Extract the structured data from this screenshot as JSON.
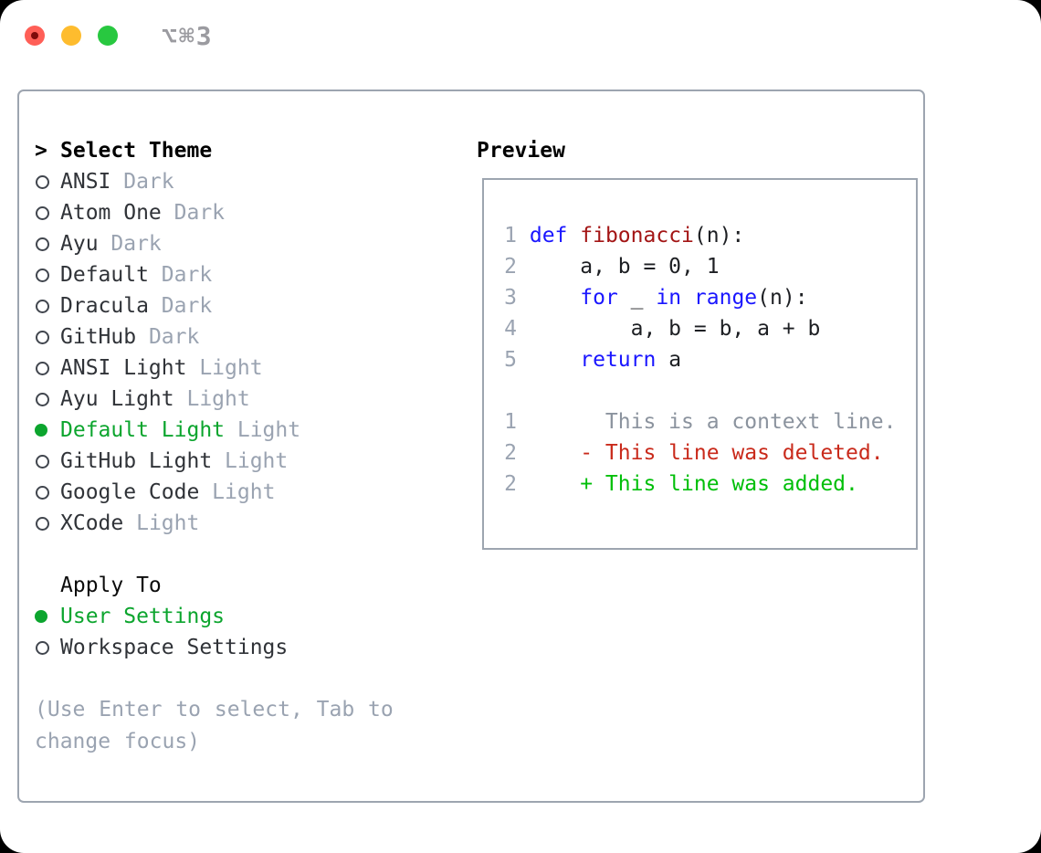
{
  "window": {
    "title": "⌥⌘3",
    "traffic_lights": [
      {
        "name": "close",
        "color": "#ff5f57"
      },
      {
        "name": "minimize",
        "color": "#febc2e"
      },
      {
        "name": "zoom",
        "color": "#28c840"
      }
    ]
  },
  "theme_picker": {
    "cursor": ">",
    "title": "Select Theme",
    "items": [
      {
        "label": "ANSI",
        "tag": "Dark",
        "selected": false
      },
      {
        "label": "Atom One",
        "tag": "Dark",
        "selected": false
      },
      {
        "label": "Ayu",
        "tag": "Dark",
        "selected": false
      },
      {
        "label": "Default",
        "tag": "Dark",
        "selected": false
      },
      {
        "label": "Dracula",
        "tag": "Dark",
        "selected": false
      },
      {
        "label": "GitHub",
        "tag": "Dark",
        "selected": false
      },
      {
        "label": "ANSI Light",
        "tag": "Light",
        "selected": false
      },
      {
        "label": "Ayu Light",
        "tag": "Light",
        "selected": false
      },
      {
        "label": "Default Light",
        "tag": "Light",
        "selected": true
      },
      {
        "label": "GitHub Light",
        "tag": "Light",
        "selected": false
      },
      {
        "label": "Google Code",
        "tag": "Light",
        "selected": false
      },
      {
        "label": "XCode",
        "tag": "Light",
        "selected": false
      }
    ],
    "apply_to": {
      "title": "Apply To",
      "options": [
        {
          "label": "User Settings",
          "selected": true
        },
        {
          "label": "Workspace Settings",
          "selected": false
        }
      ]
    },
    "hint": "(Use Enter to select, Tab to change focus)"
  },
  "preview": {
    "title": "Preview",
    "code_lines": [
      {
        "num": "1",
        "segments": [
          {
            "text": "def",
            "style": "kw"
          },
          {
            "text": " ",
            "style": ""
          },
          {
            "text": "fibonacci",
            "style": "fn"
          },
          {
            "text": "(n):",
            "style": ""
          }
        ]
      },
      {
        "num": "2",
        "segments": [
          {
            "text": "    a, b = 0, 1",
            "style": ""
          }
        ]
      },
      {
        "num": "3",
        "segments": [
          {
            "text": "    ",
            "style": ""
          },
          {
            "text": "for",
            "style": "kw"
          },
          {
            "text": " _ ",
            "style": ""
          },
          {
            "text": "in",
            "style": "kw"
          },
          {
            "text": " ",
            "style": ""
          },
          {
            "text": "range",
            "style": "kw"
          },
          {
            "text": "(n):",
            "style": ""
          }
        ]
      },
      {
        "num": "4",
        "segments": [
          {
            "text": "        a, b = b, a + b",
            "style": ""
          }
        ]
      },
      {
        "num": "5",
        "segments": [
          {
            "text": "    ",
            "style": ""
          },
          {
            "text": "return",
            "style": "kw"
          },
          {
            "text": " a",
            "style": ""
          }
        ]
      }
    ],
    "diff_lines": [
      {
        "num": "1",
        "type": "context",
        "text": "      This is a context line."
      },
      {
        "num": "2",
        "type": "deleted",
        "text": "    - This line was deleted."
      },
      {
        "num": "2",
        "type": "added",
        "text": "    + This line was added."
      }
    ]
  },
  "colors": {
    "accent-green": "#0ca52e",
    "added-green": "#00bf09",
    "deleted-red": "#c92a1b",
    "keyword-blue": "#1a16ff",
    "function-red": "#a31515",
    "muted-gray": "#9aa3b1",
    "border-gray": "#9da5b0",
    "text-dark": "#303338",
    "traffic-red": "#ff5f57",
    "traffic-yellow": "#febc2e",
    "traffic-green": "#28c840"
  }
}
